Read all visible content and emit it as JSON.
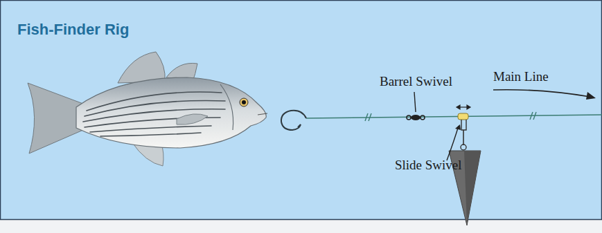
{
  "diagram": {
    "title": "Fish-Finder Rig",
    "labels": [
      "Barrel Swivel",
      "Main Line",
      "Slide Swivel"
    ]
  }
}
